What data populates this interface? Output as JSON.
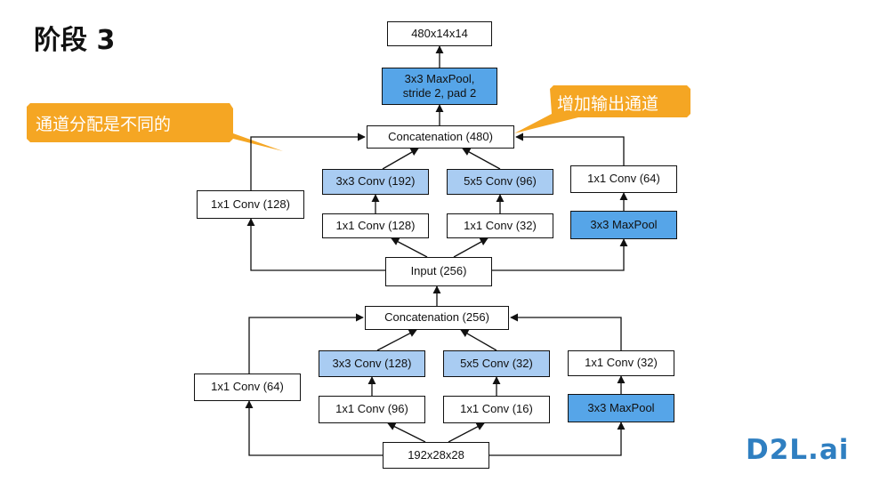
{
  "title": "阶段 3",
  "callouts": {
    "left": "通道分配是不同的",
    "right": "增加输出通道"
  },
  "logo": "D2L.ai",
  "stage_upper": {
    "output": "480x14x14",
    "maxpool": "3x3 MaxPool,\nstride 2, pad 2",
    "concat": "Concatenation (480)",
    "input": "Input (256)",
    "path1_conv1": "1x1 Conv (128)",
    "path2_conv1": "1x1 Conv (128)",
    "path2_conv3": "3x3 Conv (192)",
    "path3_conv1": "1x1 Conv (32)",
    "path3_conv5": "5x5 Conv (96)",
    "path4_pool": "3x3 MaxPool",
    "path4_conv1": "1x1 Conv (64)"
  },
  "stage_lower": {
    "concat": "Concatenation (256)",
    "input": "192x28x28",
    "path1_conv1": "1x1 Conv (64)",
    "path2_conv1": "1x1 Conv (96)",
    "path2_conv3": "3x3 Conv (128)",
    "path3_conv1": "1x1 Conv (16)",
    "path3_conv5": "5x5 Conv (32)",
    "path4_pool": "3x3 MaxPool",
    "path4_conv1": "1x1 Conv (32)"
  },
  "colors": {
    "light_conv": "#a9ccf2",
    "dark_pool": "#56a5e8",
    "callout": "#f5a623",
    "logo": "#2f7fc1"
  }
}
